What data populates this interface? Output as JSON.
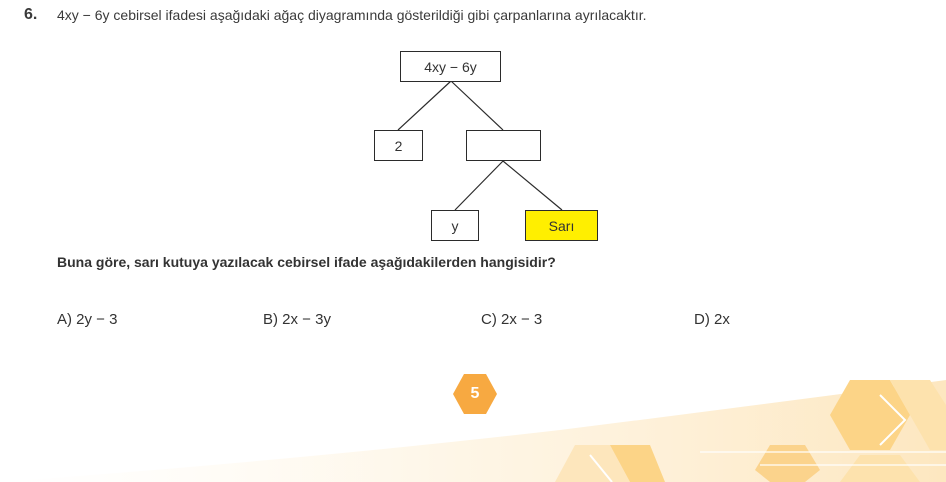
{
  "question": {
    "number": "6.",
    "text": "4xy − 6y cebirsel ifadesi aşağıdaki ağaç diyagramında gösterildiği gibi çarpanlarına ayrılacaktır.",
    "prompt": "Buna göre, sarı kutuya yazılacak cebirsel ifade aşağıdakilerden hangisidir?"
  },
  "tree": {
    "root": "4xy − 6y",
    "left_child": "2",
    "right_child": "",
    "grand_left": "y",
    "grand_right": "Sarı"
  },
  "options": [
    {
      "label": "A) 2y − 3"
    },
    {
      "label": "B) 2x − 3y"
    },
    {
      "label": "C) 2x − 3"
    },
    {
      "label": "D) 2x"
    }
  ],
  "page": {
    "number": "5"
  },
  "colors": {
    "highlight": "#ffef00",
    "badge": "#f7a941",
    "decoration": "#fdd89a"
  }
}
